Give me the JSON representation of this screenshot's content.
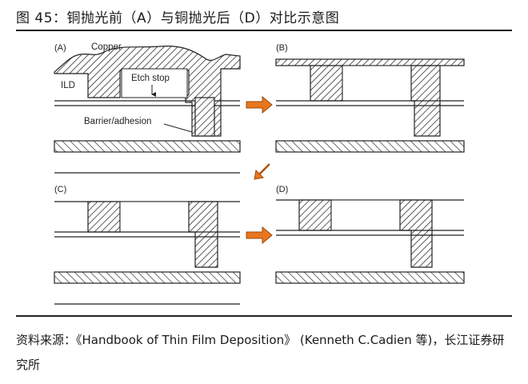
{
  "figure": {
    "title": "图 45：铜抛光前（A）与铜抛光后（D）对比示意图",
    "panels": [
      {
        "id": "A",
        "label": "(A)"
      },
      {
        "id": "B",
        "label": "(B)"
      },
      {
        "id": "C",
        "label": "(C)"
      },
      {
        "id": "D",
        "label": "(D)"
      }
    ],
    "annotations": {
      "copper": "Copper",
      "ild": "ILD",
      "etch_stop": "Etch stop",
      "barrier": "Barrier/adhesion"
    },
    "arrow_color": "#e8761f"
  },
  "source": {
    "text": "资料来源：《Handbook of Thin Film Deposition》 (Kenneth C.Cadien 等)，长江证券研究所"
  }
}
